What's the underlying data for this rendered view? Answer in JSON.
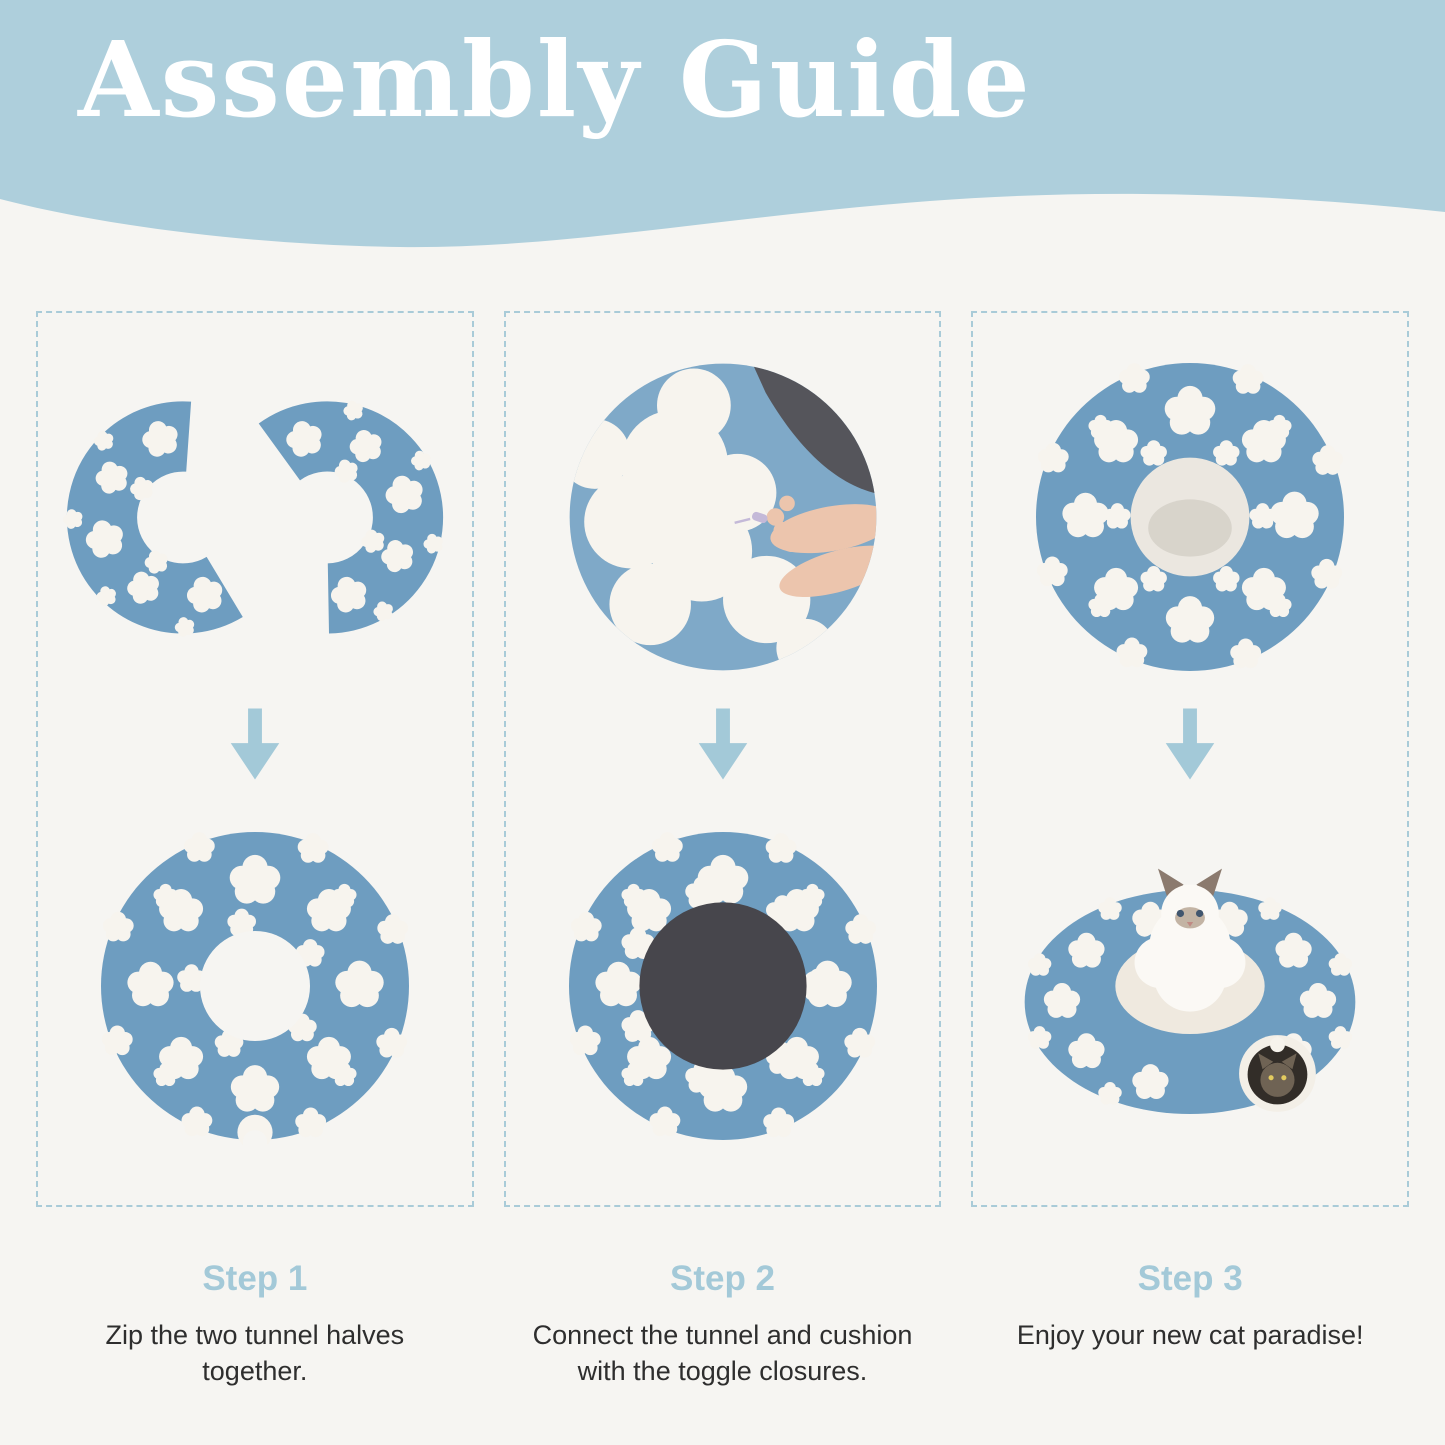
{
  "header": {
    "title": "Assembly Guide"
  },
  "steps": [
    {
      "label": "Step 1",
      "description": "Zip the two tunnel halves together.",
      "top_illustration": "tunnel-halves",
      "bottom_illustration": "zipped-tunnel-ring"
    },
    {
      "label": "Step 2",
      "description": "Connect the tunnel and cushion with the toggle closures.",
      "top_illustration": "toggle-closure-closeup",
      "bottom_illustration": "tunnel-with-dark-cushion"
    },
    {
      "label": "Step 3",
      "description": "Enjoy your new cat paradise!",
      "top_illustration": "finished-ring-top-view",
      "bottom_illustration": "cat-in-finished-bed"
    }
  ],
  "icons": {
    "arrow": "down-arrow-icon"
  },
  "colors": {
    "header_bg": "#aecfdc",
    "accent_blue": "#a3c9d8",
    "product_blue": "#6e9dc0",
    "cloud_white": "#f7f4ee",
    "background": "#f6f5f2",
    "cushion_dark": "#47464c",
    "text_dark": "#2e2e2e"
  }
}
